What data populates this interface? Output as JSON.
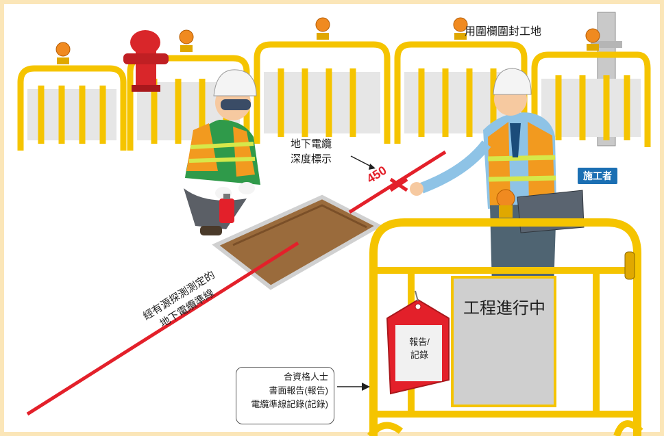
{
  "labels": {
    "fence": "用圍欄圍封工地",
    "cable_depth_line1": "地下電纜",
    "cable_depth_line2": "深度標示",
    "depth_value": "450",
    "contractor": "施工者",
    "route_line1": "經有源探測測定的",
    "route_line2": "地下電纜準線",
    "work_in_progress": "工程進行中",
    "tag_line1": "報告/",
    "tag_line2": "記錄",
    "docs_line1": "合資格人士",
    "docs_line2": "書面報告(報告)",
    "docs_line3": "電纜準線記錄(記錄)"
  },
  "colors": {
    "background": "#fbe6b8",
    "fence_yellow": "#f5c400",
    "cable_red": "#e3202a",
    "badge_blue": "#1b6fb3",
    "vest_orange": "#f29a1f",
    "soil_brown": "#9a6b3c"
  },
  "icons": [
    "warning-lamp-icon",
    "fire-hydrant-icon",
    "spray-can-icon",
    "clipboard-icon",
    "hanging-tag-icon"
  ]
}
